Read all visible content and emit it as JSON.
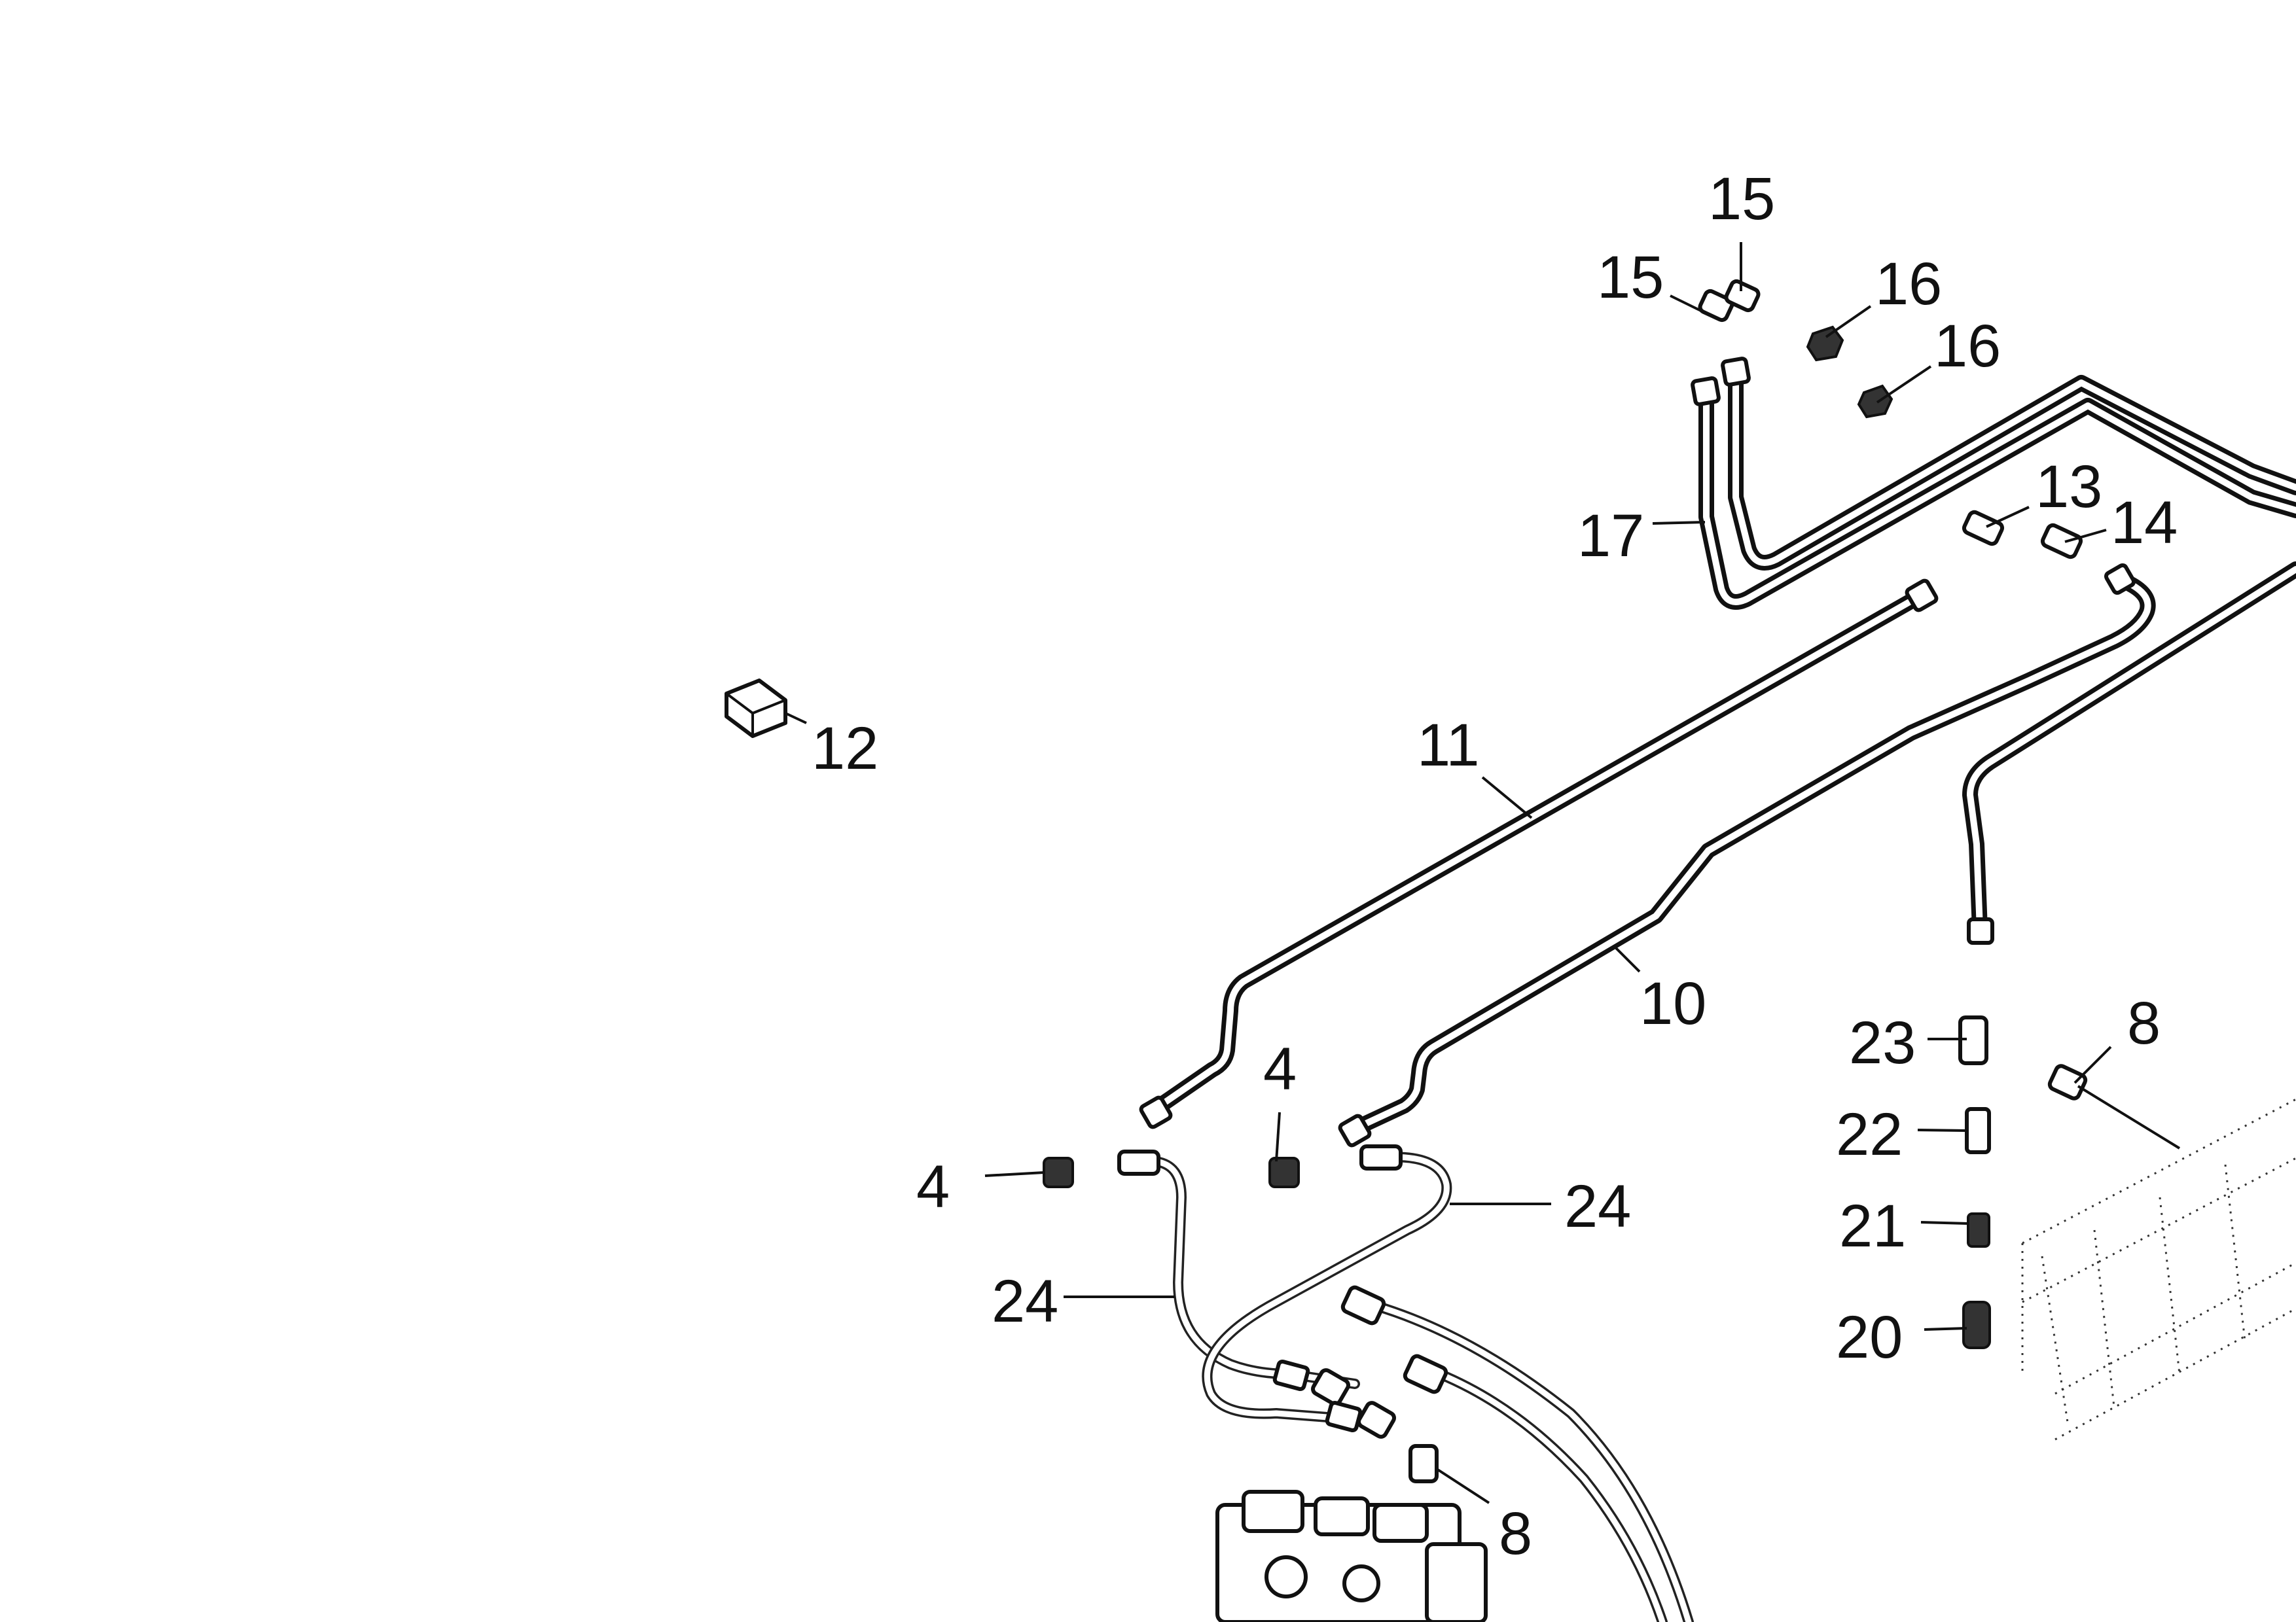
{
  "diagram": {
    "callouts": [
      {
        "id": "c15a",
        "text": "15"
      },
      {
        "id": "c15b",
        "text": "15"
      },
      {
        "id": "c16a",
        "text": "16"
      },
      {
        "id": "c16b",
        "text": "16"
      },
      {
        "id": "c17",
        "text": "17"
      },
      {
        "id": "c13",
        "text": "13"
      },
      {
        "id": "c14",
        "text": "14"
      },
      {
        "id": "c12",
        "text": "12"
      },
      {
        "id": "c11",
        "text": "11"
      },
      {
        "id": "c10",
        "text": "10"
      },
      {
        "id": "c23",
        "text": "23"
      },
      {
        "id": "c8a",
        "text": "8"
      },
      {
        "id": "c22",
        "text": "22"
      },
      {
        "id": "c21",
        "text": "21"
      },
      {
        "id": "c20",
        "text": "20"
      },
      {
        "id": "c4a",
        "text": "4"
      },
      {
        "id": "c4b",
        "text": "4"
      },
      {
        "id": "c24a",
        "text": "24"
      },
      {
        "id": "c24b",
        "text": "24"
      },
      {
        "id": "c8b",
        "text": "8"
      }
    ]
  }
}
